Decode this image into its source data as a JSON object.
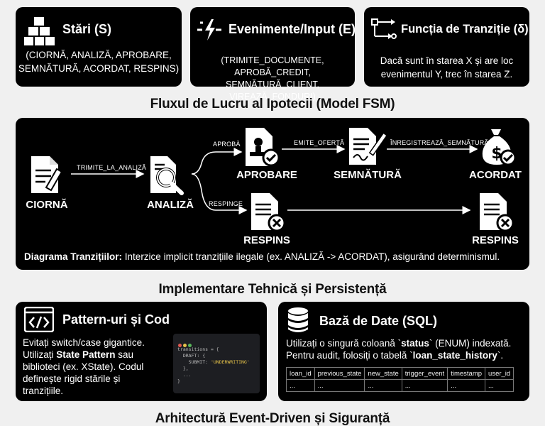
{
  "cards": {
    "states": {
      "title": "Stări (S)",
      "body_lines": [
        "(CIORNĂ, ANALIZĂ, APROBARE,",
        "SEMNĂTURĂ, ACORDAT, RESPINS)"
      ]
    },
    "events": {
      "title": "Evenimente/Input (E)",
      "body_lines": [
        "(TRIMITE_DOCUMENTE, APROBĂ_CREDIT,",
        "SEMNĂTURĂ_CLIENT, VIREAZĂ_FONDURI)"
      ]
    },
    "transition": {
      "title": "Funcția de Tranziție (δ)",
      "body_lines": [
        "Dacă sunt în starea X și are loc",
        "evenimentul Y, trec în starea Z."
      ]
    }
  },
  "section_titles": {
    "workflow": "Fluxul de Lucru al Ipotecii (Model FSM)",
    "implementation": "Implementare Tehnică și Persistență",
    "bottom": "Arhitectură Event-Driven și Siguranță"
  },
  "fsm": {
    "nodes": {
      "draft": "CIORNĂ",
      "analysis": "ANALIZĂ",
      "approval": "APROBARE",
      "signature": "SEMNĂTURĂ",
      "granted_top": "ACORDAT",
      "rejected_mid": "RESPINS",
      "rejected_right": "RESPINS"
    },
    "edges": {
      "submit": "TRIMITE_LA_ANALIZĂ",
      "approve": "APROBĂ",
      "reject": "RESPINGE",
      "issue_offer": "EMITE_OFERTĂ",
      "register_signature": "ÎNREGISTREAZĂ_SEMNĂTURĂ"
    },
    "caption_bold": "Diagrama Tranzițiilor:",
    "caption_rest": " Interzice implicit tranzițiile ilegale (ex. ANALIZĂ -> ACORDAT), asigurând determinismul."
  },
  "pattern_card": {
    "title": "Pattern-uri și Cod",
    "line1": "Evitați switch/case gigantice.",
    "line2_pre": "Utilizați ",
    "line2_bold": "State Pattern",
    "line2_post": " sau",
    "line3": "biblioteci (ex. XState). Codul",
    "line4": "definește rigid stările și",
    "line5": "tranzițiile.",
    "code_lines": [
      "transitions = {",
      "  DRAFT: {",
      "    SUBMIT: ",
      "  },",
      "  ...",
      "}"
    ],
    "code_string": "'UNDERWRITING'"
  },
  "db_card": {
    "title": "Bază de Date (SQL)",
    "line1_pre": "Utilizați o singură coloană `",
    "line1_bold": "status",
    "line1_post": "` (ENUM) indexată.",
    "line2_pre": "Pentru audit, folosiți o tabelă `",
    "line2_bold": "loan_state_history",
    "line2_post": "`.",
    "table_headers": [
      "loan_id",
      "previous_state",
      "new_state",
      "trigger_event",
      "timestamp",
      "user_id"
    ],
    "table_row": [
      "...",
      "...",
      "...",
      "...",
      "...",
      "..."
    ]
  },
  "colors": {
    "card_bg": "#000000",
    "page_bg": "#f0f0f0",
    "accent_yellow": "#e6c34a"
  }
}
